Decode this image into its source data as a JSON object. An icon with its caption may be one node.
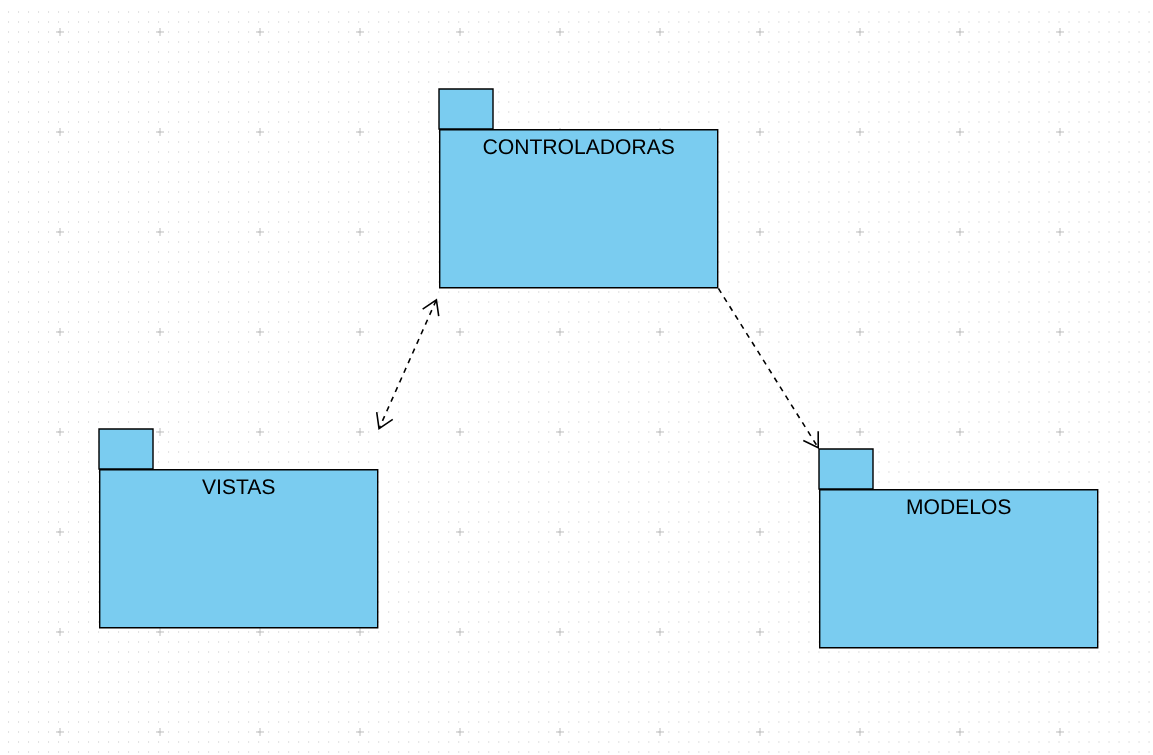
{
  "diagram": {
    "nodes": [
      {
        "text": [
          "CONTROLADORAS"
        ]
      },
      {
        "text": [
          "VISTAS"
        ]
      },
      {
        "text": [
          "MODELOS"
        ]
      }
    ],
    "edges": [
      {
        "from": 0,
        "to": 1,
        "arrow": "both",
        "style": "dashed"
      },
      {
        "from": 0,
        "to": 2,
        "arrow": "to",
        "style": "dashed"
      }
    ]
  }
}
